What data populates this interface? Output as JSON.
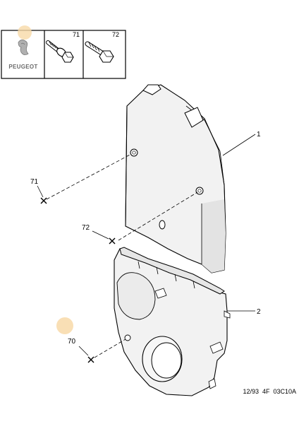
{
  "header": {
    "brand": "PEUGEOT",
    "cells": [
      {
        "part_number": "71"
      },
      {
        "part_number": "72"
      }
    ]
  },
  "callouts": {
    "cover_upper": "1",
    "cover_lower": "2",
    "screw_70": "70",
    "screw_71": "71",
    "screw_72": "72"
  },
  "reference_code": "12/93  4F  03C10A",
  "colors": {
    "accent_dot": "#f8d9a8",
    "line": "#000000",
    "part_fill": "#f2f2f2",
    "part_shade": "#e3e3e3"
  }
}
